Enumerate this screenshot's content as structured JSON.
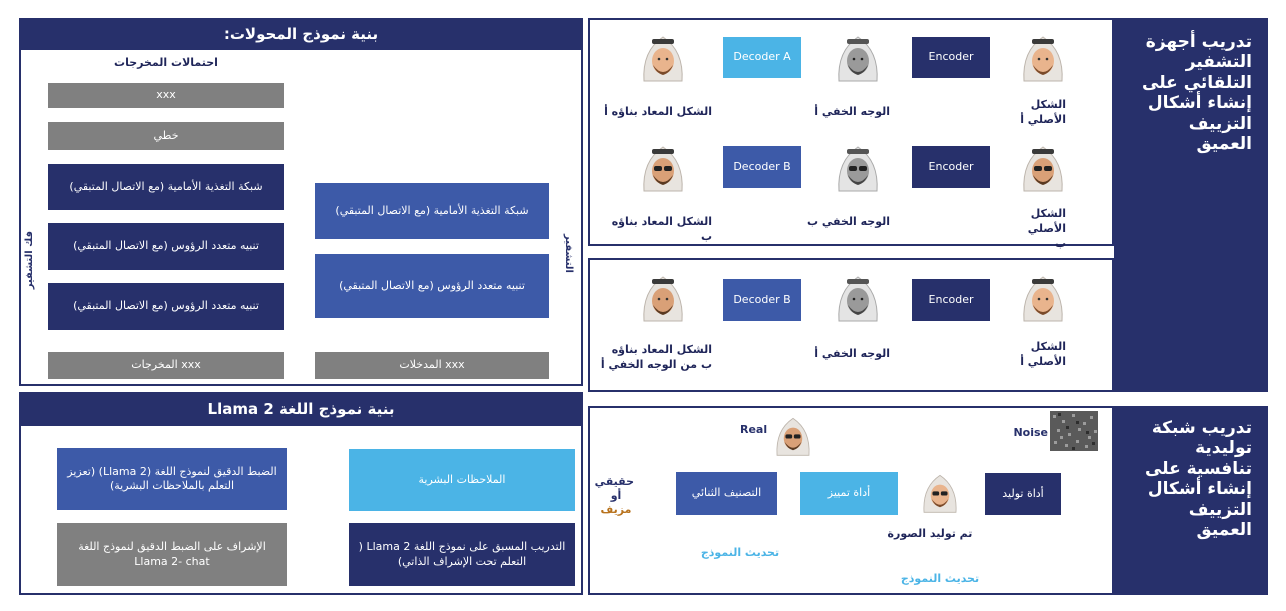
{
  "transformer": {
    "title": "بنية نموذج المحولات:",
    "output_probs": "احتمالات المخرجات",
    "xxx_top": "xxx",
    "linear": "خطي",
    "ffn_dec": "شبكة التغذية الأمامية (مع الاتصال المتبقي)",
    "mha_dec_1": "تنبيه متعدد الرؤوس (مع الاتصال المتبقي)",
    "mha_dec_2": "تنبيه متعدد الرؤوس (مع الاتصال المتبقي)",
    "ffn_enc": "شبكة التغذية الأمامية (مع الاتصال المتبقي)",
    "mha_enc": "تنبيه متعدد الرؤوس (مع الاتصال المتبقي)",
    "outputs": "xxx المخرجات",
    "inputs": "xxx المدخلات",
    "plus": "+",
    "decoder_label": "فك التشفير",
    "encoder_label": "التشفير"
  },
  "llama": {
    "title": "بنية نموذج اللغة Llama 2",
    "finetune": "الضبط الدقيق لنموذج اللغة (Llama 2) (تعزيز التعلم بالملاحظات البشرية)",
    "human_feedback": "الملاحظات البشرية",
    "supervised": "الإشراف على الضبط الدقيق لنموذج اللغة Llama 2- chat",
    "pretrain": "التدريب المسبق على نموذج اللغة Llama 2 ( التعلم تحت الإشراف الذاتي)"
  },
  "autoencoder": {
    "sidebar_title": "تدريب أجهزة التشفير التلقائي على إنشاء أشكال التزييف العميق",
    "encoder": "Encoder",
    "decoder_a": "Decoder A",
    "decoder_b": "Decoder B",
    "original_a": "الشكل الأصلي أ",
    "original_b": "الشكل الأصلي ب",
    "latent_a": "الوجه الخفي أ",
    "latent_b": "الوجه الخفي ب",
    "recon_a": "الشكل المعاد بناؤه أ",
    "recon_b": "الشكل المعاد بناؤه ب",
    "swap_original": "الشكل الأصلي أ",
    "swap_latent": "الوجه الخفي أ",
    "swap_recon": "الشكل المعاد بناؤه ب من الوجه الخفي أ"
  },
  "gan": {
    "sidebar_title": "تدريب شبكة توليدية تنافسية على إنشاء أشكال التزييف العميق",
    "noise": "Noise",
    "real": "Real",
    "generator": "أداة توليد",
    "discriminator": "أداة تمييز",
    "classifier": "التصنيف الثنائي",
    "generated": "تم توليد الصورة",
    "real_or": "حقيقي أو",
    "fake": "مزيف",
    "update1": "تحديث النموذج",
    "update2": "تحديث النموذج"
  },
  "colors": {
    "navy": "#27306b",
    "blue": "#3d5aa8",
    "cyan": "#4bb4e6",
    "gray": "#808080",
    "orange": "#b8731e"
  }
}
